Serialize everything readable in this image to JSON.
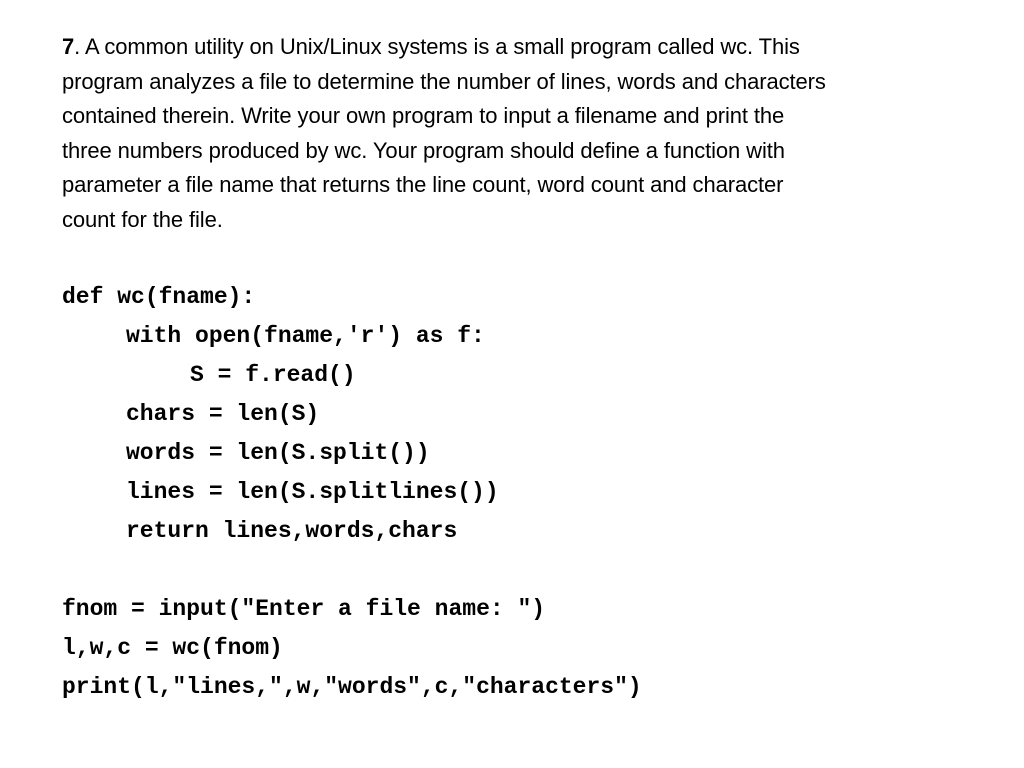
{
  "problem": {
    "number": "7",
    "lines": [
      ".  A common utility on Unix/Linux systems is a small program called wc.  This",
      "program analyzes a file to determine the number of lines, words and characters",
      "contained therein.  Write your own program to input a filename and print the",
      "three numbers produced by wc.   Your program should define a function with",
      "parameter a file name that returns the line count, word count and character",
      "count for the file."
    ]
  },
  "code": {
    "function_block": [
      "def wc(fname):",
      "with open(fname,'r') as f:",
      "S = f.read()",
      "chars = len(S)",
      "words = len(S.split())",
      "lines = len(S.splitlines())",
      "return lines,words,chars"
    ],
    "main_block": [
      "fnom = input(\"Enter a file name: \")",
      "l,w,c = wc(fnom)",
      "print(l,\"lines,\",w,\"words\",c,\"characters\")"
    ]
  }
}
